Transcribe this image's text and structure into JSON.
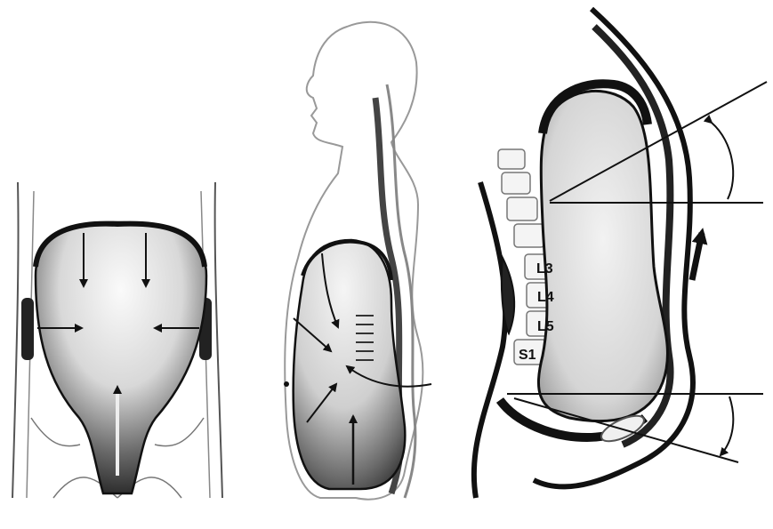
{
  "panels": {
    "front": {
      "arrows": [
        "down",
        "down",
        "right",
        "left",
        "up"
      ]
    },
    "side": {
      "arrows": [
        "down",
        "down-right",
        "left",
        "up-right",
        "up"
      ]
    },
    "sagittal": {
      "vertebra_labels": [
        "L3",
        "L4",
        "L5",
        "S1"
      ],
      "arrows": [
        "upward-thick",
        "angle-upper",
        "angle-lower"
      ]
    }
  },
  "colors": {
    "ink": "#111111",
    "shade": "#3a3a3a",
    "paper": "#ffffff"
  }
}
